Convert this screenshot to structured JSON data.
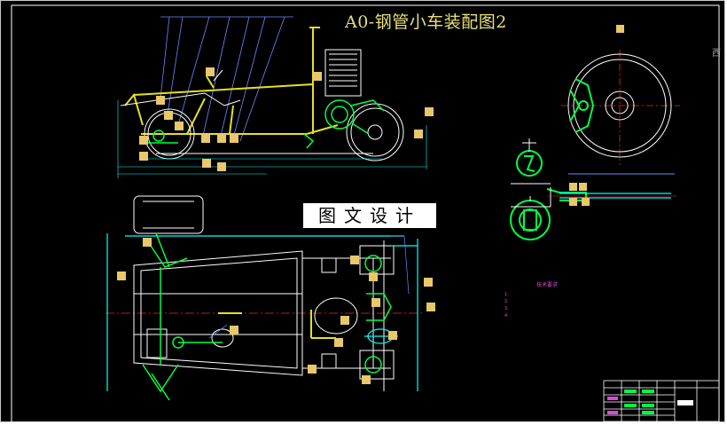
{
  "drawing": {
    "title": "A0-钢管小车装配图2",
    "watermark": "图文设计",
    "edge_fragment": "西",
    "technical_requirements": {
      "heading": "技术要求",
      "items": [
        "1.",
        "2.",
        "3.",
        "4."
      ]
    }
  },
  "colors": {
    "background": "#000000",
    "outline": "#ffffff",
    "frame": "#e8e020",
    "parts": "#00ff40",
    "centerline": "#ff2020",
    "dimension": "#00ffff",
    "leader": "#6a8cff",
    "balloon": "#e8c86a",
    "text_magenta": "#d84bd8"
  },
  "icons": [
    "balloon-marker-icon",
    "crosshair-icon"
  ]
}
